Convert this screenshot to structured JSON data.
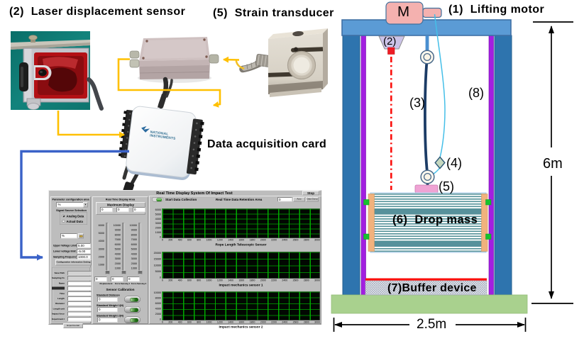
{
  "titles": {
    "laser": "(2)  Laser displacement sensor",
    "strain": "(5)  Strain transducer",
    "daq": "Data acquisition card",
    "lifting_motor": "(1)  Lifting motor"
  },
  "daq_logo": "NATIONAL INSTRUMENTS",
  "schematic": {
    "motor_letter": "M",
    "label_2": "(2)",
    "label_3": "(3)",
    "label_4": "(4)",
    "label_5": "(5)",
    "label_8": "(8)",
    "drop_mass": "(6)  Drop mass",
    "buffer": "(7)Buffer device",
    "dim_height": "6m",
    "dim_width": "2.5m"
  },
  "palette": {
    "frame_column_blue": "#2e75b6",
    "beam_blue": "#5b9bd5",
    "rail_purple": "#a21fe0",
    "motor_pink": "#f4b1af",
    "laser_red": "#ee1c25",
    "rope_navy": "#17375e",
    "rope_cyan": "#53c1e9",
    "pad_pink": "#efa3d4",
    "mass_teal": "#44838e",
    "mass_bar_orange": "#f1b27d",
    "green_dot": "#17c22e",
    "base_green": "#a9d18e",
    "arrow_yellow": "#ffc000",
    "arrow_blue": "#3a62c8",
    "graph_green": "#00a000"
  },
  "labview": {
    "title": "Real Time Display System Of Impact Test",
    "stop": "Stop",
    "param": {
      "header": "Parameter configuration area",
      "combo_value": "%",
      "signal_source": "Signal Source Selection",
      "radio1": "Analog Data",
      "radio2": "Actual Data",
      "file_value": "%",
      "rows": [
        {
          "label": "Upper Voltage Limit",
          "value": "5.00"
        },
        {
          "label": "Lower voltage limit",
          "value": "-5.00"
        },
        {
          "label": "Sampling Frequency",
          "value": "1000.0"
        }
      ],
      "config_btn": "Configuration information Setting",
      "info_rows": [
        {
          "label": "Save Path",
          "value": "",
          "grey": true
        },
        {
          "label": "Sampling Frequency",
          "value": "",
          "grey": true
        },
        {
          "label": "Name",
          "value": ""
        },
        {
          "label": "Weight",
          "value": "",
          "dark": true
        },
        {
          "label": "Time",
          "value": ""
        },
        {
          "label": "Length",
          "value": ""
        },
        {
          "label": "Diameter",
          "value": ""
        },
        {
          "label": "Length unit",
          "value": ""
        },
        {
          "label": "Impact force unit",
          "value": ""
        },
        {
          "label": "Experiment time",
          "value": ""
        }
      ],
      "bottom_btn": "Experimental information"
    },
    "display": {
      "header": "Real Time Display Area",
      "max_display": "Maximum Display",
      "max_values": [
        "0",
        "0",
        "0"
      ],
      "sliders": [
        {
          "ticks": [
            "6000",
            "5000",
            "4000",
            "3000",
            "2000",
            "1000"
          ],
          "value": "0",
          "label": "Displacement"
        },
        {
          "ticks": [
            "10000",
            "9000",
            "8000",
            "7000",
            "6000",
            "5000",
            "4000",
            "3000",
            "2000",
            "1000"
          ],
          "value": "0",
          "label": "Force Sensing 1"
        },
        {
          "ticks": [
            "10000",
            "9000",
            "8000",
            "7000",
            "6000",
            "5000",
            "4000",
            "3000",
            "2000",
            "1000"
          ],
          "value": "0",
          "label": "Force Sensing 2"
        }
      ],
      "calibration": {
        "header": "Sensor Calibration",
        "rows": [
          {
            "label": "Standard Distance",
            "value": "0"
          },
          {
            "label": "Standard Weight 1(N)",
            "value": "0"
          },
          {
            "label": "Standard Weight 2(N)",
            "value": "0"
          }
        ]
      }
    },
    "toolbar": {
      "start": "Start Data Collection",
      "retention": "Real Time Data Retention Area",
      "box_value": "0",
      "btn1": "Auto Saved",
      "btn2": "Data Dump"
    },
    "graphs": [
      {
        "caption": "Rope Length Telescopic Sensor",
        "y_ticks": [
          "6000",
          "5000",
          "4000",
          "3000",
          "2000",
          "1000",
          "0"
        ],
        "x_ticks": [
          "0",
          "200",
          "400",
          "600",
          "800",
          "1000",
          "1200",
          "1400",
          "1600",
          "1800",
          "2000",
          "2200",
          "2400",
          "2600",
          "2800",
          "3000"
        ]
      },
      {
        "caption": "Impact mechanics sensor 1",
        "y_ticks": [
          "20000",
          "15000",
          "10000",
          "5000",
          "0"
        ],
        "x_ticks": [
          "0",
          "200",
          "400",
          "600",
          "800",
          "1000",
          "1200",
          "1400",
          "1600",
          "1800",
          "2000",
          "2200",
          "2400",
          "2600",
          "2800",
          "3000"
        ]
      },
      {
        "caption": "Impact mechanics sensor 2",
        "y_ticks": [
          "10000",
          "8000",
          "6000",
          "4000",
          "2000",
          "0"
        ],
        "x_ticks": [
          "0",
          "200",
          "400",
          "600",
          "800",
          "1000",
          "1200",
          "1400",
          "1600",
          "1800",
          "2000",
          "2200",
          "2400",
          "2600",
          "2800",
          "3000"
        ]
      }
    ]
  }
}
